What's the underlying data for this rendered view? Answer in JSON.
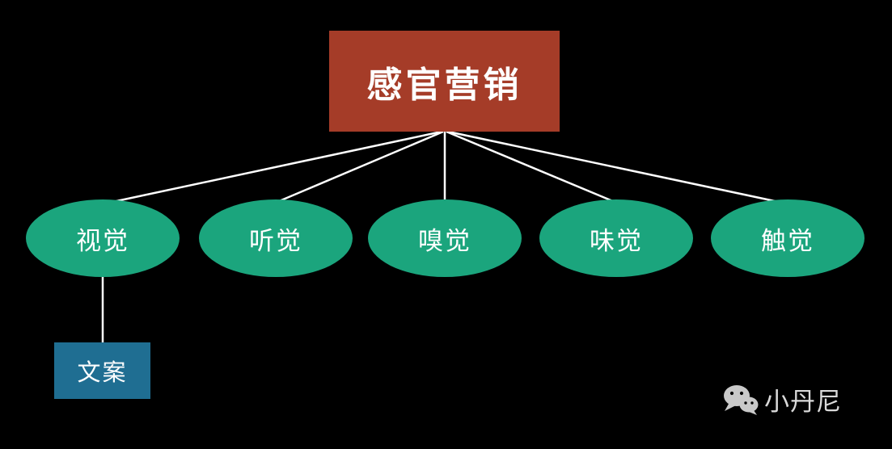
{
  "diagram": {
    "root": {
      "label": "感官营销"
    },
    "children": [
      {
        "label": "视觉"
      },
      {
        "label": "听觉"
      },
      {
        "label": "嗅觉"
      },
      {
        "label": "味觉"
      },
      {
        "label": "触觉"
      }
    ],
    "leaf": {
      "label": "文案"
    },
    "colors": {
      "background": "#000000",
      "root_box": "#a53c28",
      "sense_node": "#1ba57d",
      "leaf_box": "#1f6e92",
      "connector_line": "#ffffff",
      "text": "#ffffff"
    }
  },
  "watermark": {
    "icon": "wechat-icon",
    "label": "小丹尼"
  }
}
